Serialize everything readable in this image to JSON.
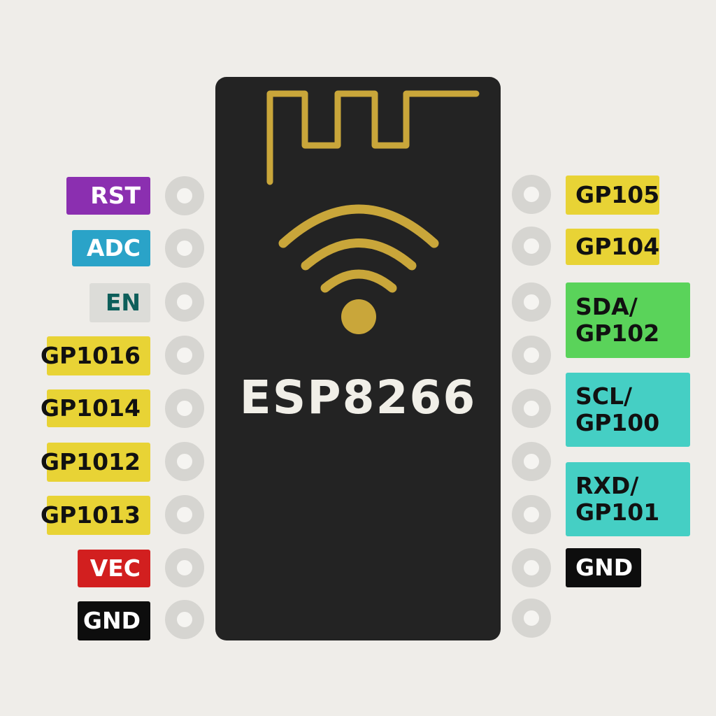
{
  "module": {
    "name": "ESP8266",
    "colors": {
      "board": "#232323",
      "trace": "#c9a63a",
      "text": "#f1efe8",
      "background": "#efede9"
    },
    "icons": [
      "antenna-trace-icon",
      "wifi-icon"
    ]
  },
  "left_pins": [
    {
      "label": "RST",
      "bg": "#8b2fb0",
      "fg": "#ffffff"
    },
    {
      "label": "ADC",
      "bg": "#2aa3c8",
      "fg": "#ffffff"
    },
    {
      "label": "EN",
      "bg": "#dcdcd8",
      "fg": "#0d5e5a"
    },
    {
      "label": "GP1016",
      "bg": "#e8d335",
      "fg": "#111111"
    },
    {
      "label": "GP1014",
      "bg": "#e8d335",
      "fg": "#111111"
    },
    {
      "label": "GP1012",
      "bg": "#e8d335",
      "fg": "#111111"
    },
    {
      "label": "GP1013",
      "bg": "#e8d335",
      "fg": "#111111"
    },
    {
      "label": "VEC",
      "bg": "#d21f1f",
      "fg": "#ffffff"
    },
    {
      "label": "GND",
      "bg": "#0d0d0d",
      "fg": "#ffffff"
    }
  ],
  "right_pins": [
    {
      "label": "GP105",
      "bg": "#e8d335",
      "fg": "#111111"
    },
    {
      "label": "GP104",
      "bg": "#e8d335",
      "fg": "#111111"
    },
    {
      "label": "SDA/\nGP102",
      "bg": "#5ad35a",
      "fg": "#111111"
    },
    {
      "label": "SCL/\nGP100",
      "bg": "#45cfc4",
      "fg": "#111111"
    },
    {
      "label": "RXD/\nGP101",
      "bg": "#45cfc4",
      "fg": "#111111"
    },
    {
      "label": "GND",
      "bg": "#0d0d0d",
      "fg": "#ffffff"
    }
  ]
}
